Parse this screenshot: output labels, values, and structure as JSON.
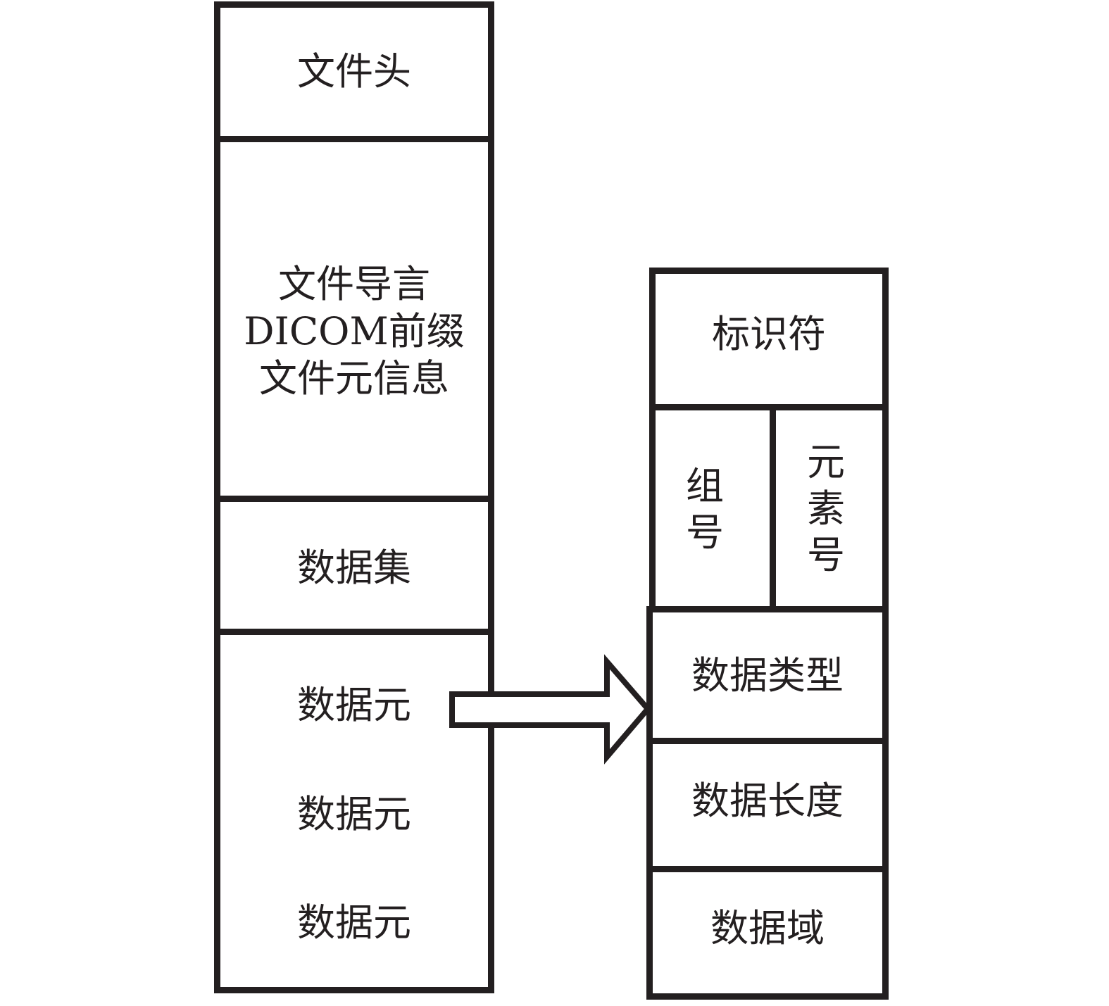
{
  "left_column": {
    "file_header": "文件头",
    "preamble_lines": [
      "文件导言",
      "DICOM前缀",
      "文件元信息"
    ],
    "dataset": "数据集",
    "data_elements": [
      "数据元",
      "数据元",
      "数据元"
    ]
  },
  "right_column": {
    "identifier": "标识符",
    "group_number": [
      "组",
      "号"
    ],
    "element_number": [
      "元",
      "素",
      "号"
    ],
    "data_type": "数据类型",
    "data_length": "数据长度",
    "data_field": "数据域"
  }
}
